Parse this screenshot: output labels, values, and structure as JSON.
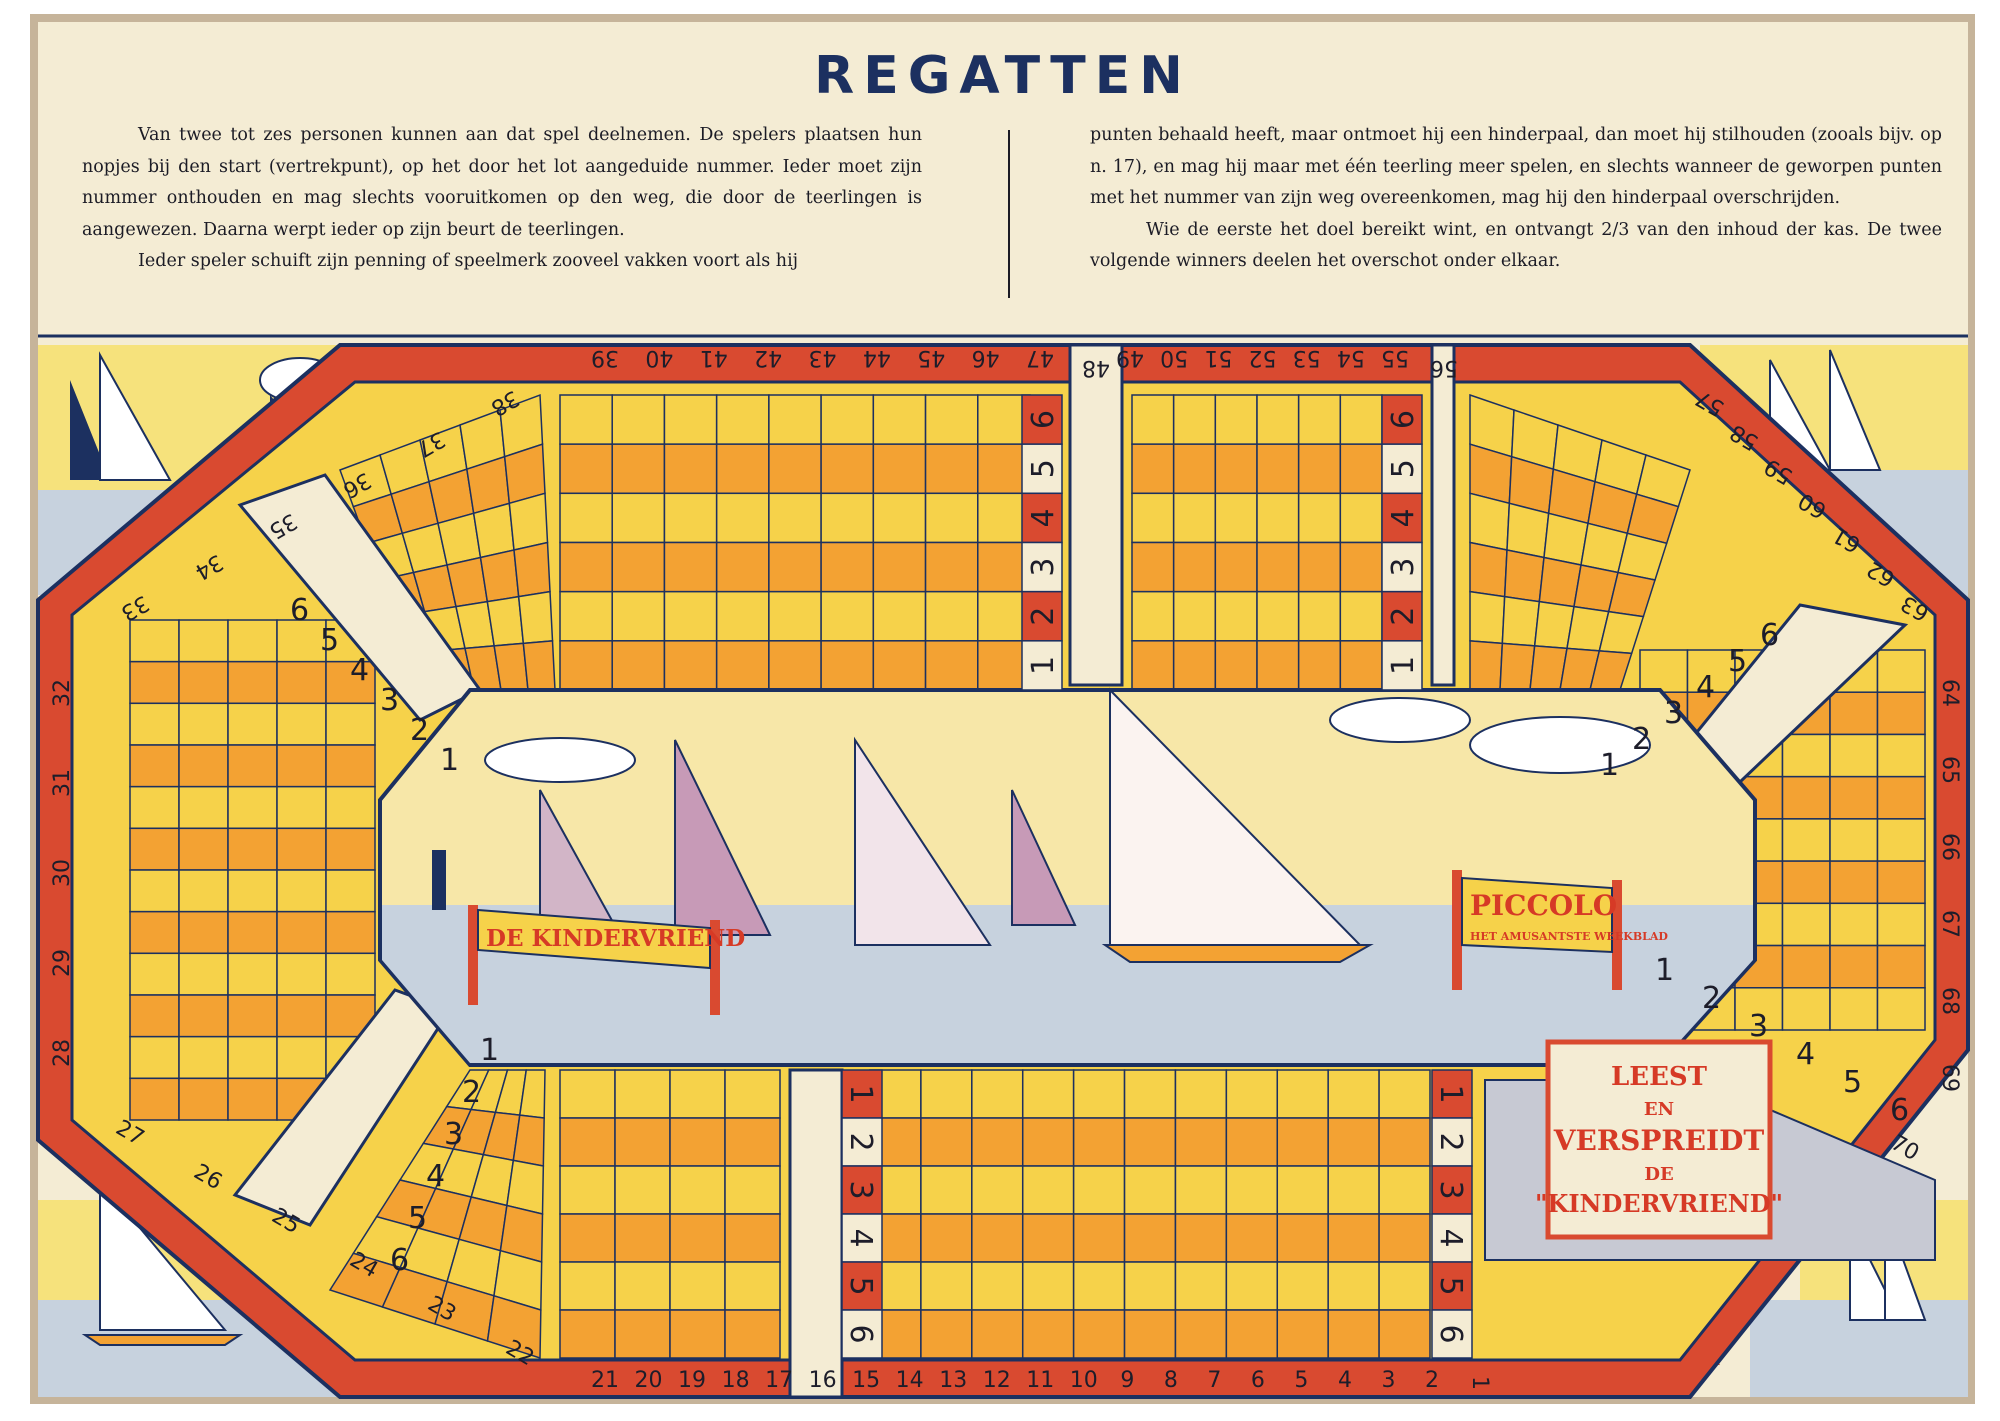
{
  "title": "REGATTEN",
  "rules_left": [
    "Van twee tot zes personen kunnen aan dat spel deelnemen. De spelers plaatsen hun nopjes bij den start (vertrekpunt), op het door het lot aangeduide nummer. Ieder moet zijn nummer onthouden en mag slechts vooruitkomen op den weg, die door de teerlingen is aangewezen. Daarna werpt ieder op zijn beurt de teerlingen.",
    "Ieder speler schuift zijn penning of speelmerk zooveel vakken voort als hij"
  ],
  "rules_right": [
    "punten behaald heeft, maar ontmoet hij een hinderpaal, dan moet hij stilhouden (zooals bijv. op n. 17), en mag hij maar met één teerling meer spelen, en slechts wanneer de geworpen punten met het nummer van zijn weg overeenkomen, mag hij den hinderpaal overschrijden.",
    "Wie de eerste het doel bereikt wint, en ontvangt 2/3 van den inhoud der kas. De twee volgende winners deelen het overschot onder elkaar."
  ],
  "lane_digits": [
    "1",
    "2",
    "3",
    "4",
    "5",
    "6"
  ],
  "track": {
    "bottom": [
      "21",
      "20",
      "19",
      "18",
      "17",
      "16",
      "15",
      "14",
      "13",
      "12",
      "11",
      "10",
      "9",
      "8",
      "7",
      "6",
      "5",
      "4",
      "3",
      "2"
    ],
    "top_left": [
      "39",
      "40",
      "41",
      "42",
      "43",
      "44",
      "45",
      "46",
      "47"
    ],
    "top_mid": [
      "48"
    ],
    "top_right": [
      "49",
      "50",
      "51",
      "52",
      "53",
      "54",
      "55"
    ],
    "top_end": [
      "56"
    ],
    "left": [
      "32",
      "31",
      "30",
      "29",
      "28"
    ],
    "right": [
      "64",
      "65",
      "66",
      "67",
      "68",
      "69"
    ],
    "upper_left_diag": [
      "33",
      "34",
      "35",
      "36",
      "37",
      "38"
    ],
    "upper_right_diag": [
      "57",
      "58",
      "59",
      "60",
      "61",
      "62",
      "63"
    ],
    "lower_left_diag": [
      "27",
      "26",
      "25",
      "24",
      "23",
      "22"
    ],
    "lower_right_corner": [
      "70"
    ],
    "finish": "1"
  },
  "signs": {
    "left_banner": "DE KINDERVRIEND",
    "right_banner_top": "PICCOLO",
    "right_banner_sub": "HET AMUSANTSTE WEEKBLAD",
    "ad_lines": [
      "LEEST",
      "EN",
      "VERSPREIDT",
      "DE",
      "\"KINDERVRIEND\""
    ]
  },
  "colors": {
    "red": "#d94a30",
    "orange": "#f3a233",
    "yellow": "#f6d24a",
    "cream": "#f4ecd4",
    "navy": "#1c3060",
    "water": "#c7d2de"
  }
}
